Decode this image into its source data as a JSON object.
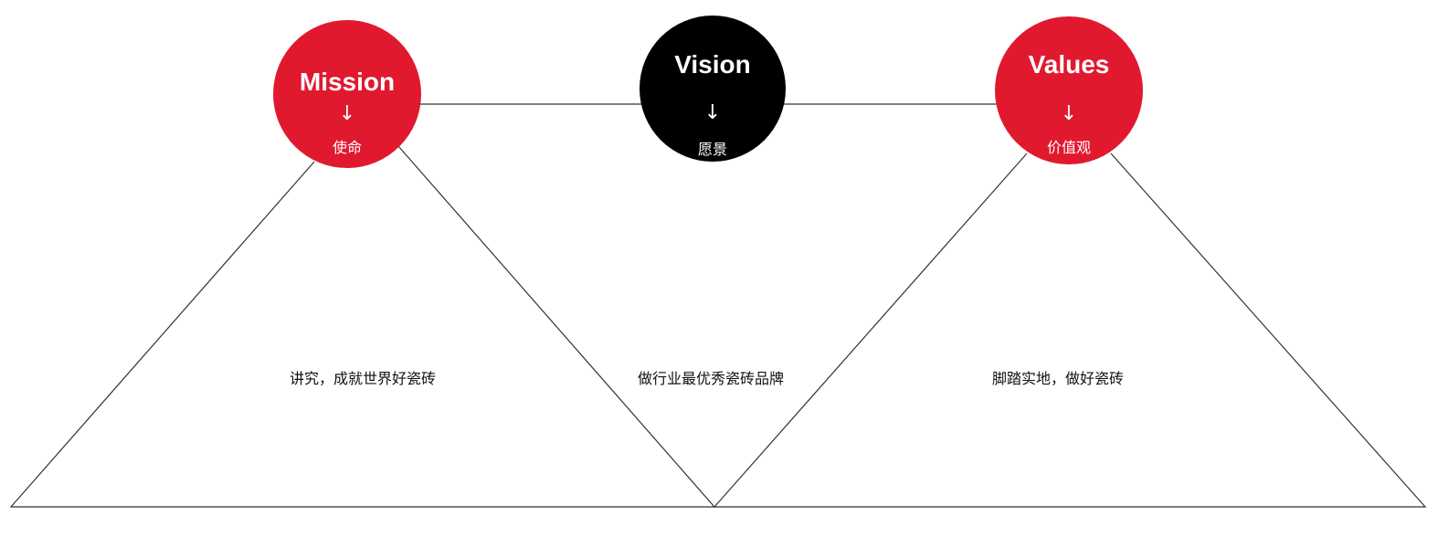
{
  "colors": {
    "red": "#E0192F",
    "black": "#000000",
    "line": "#333333"
  },
  "nodes": [
    {
      "title": "Mission",
      "arrow": "↓",
      "subtitle": "使命",
      "color": "#E0192F",
      "description": "讲究，成就世界好瓷砖"
    },
    {
      "title": "Vision",
      "arrow": "↓",
      "subtitle": "愿景",
      "color": "#000000",
      "description": "做行业最优秀瓷砖品牌"
    },
    {
      "title": "Values",
      "arrow": "↓",
      "subtitle": "价值观",
      "color": "#E0192F",
      "description": "脚踏实地，做好瓷砖"
    }
  ]
}
